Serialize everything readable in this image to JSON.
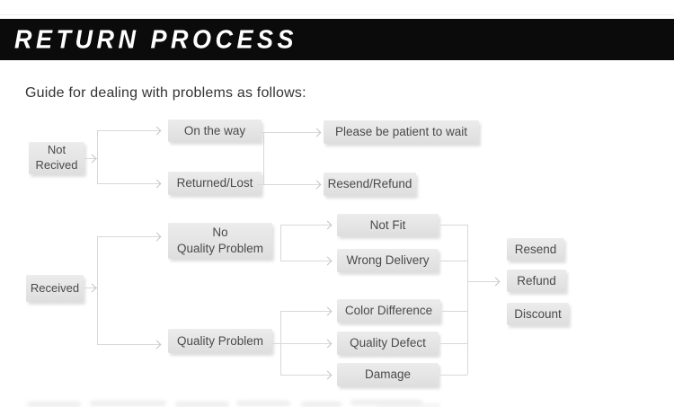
{
  "banner": {
    "title": "RETURN PROCESS",
    "bg_color": "#0b0b0b",
    "text_color": "#ffffff"
  },
  "intro": {
    "text": "Guide for dealing with problems as follows:"
  },
  "colors": {
    "node_bg": "#e7e7e7",
    "node_text": "#4a4a4a",
    "connector_line": "#d8d8d8"
  },
  "flowchart": {
    "nodes": {
      "not_received": {
        "label": "Not\nRecived"
      },
      "on_the_way": {
        "label": "On the way"
      },
      "please_wait": {
        "label": "Please be patient to wait"
      },
      "returned_lost": {
        "label": "Returned/Lost"
      },
      "resend_refund": {
        "label": "Resend/Refund"
      },
      "received": {
        "label": "Received"
      },
      "no_quality_problem": {
        "label": "No\nQuality Problem"
      },
      "quality_problem": {
        "label": "Quality Problem"
      },
      "not_fit": {
        "label": "Not Fit"
      },
      "wrong_delivery": {
        "label": "Wrong Delivery"
      },
      "color_difference": {
        "label": "Color Difference"
      },
      "quality_defect": {
        "label": "Quality Defect"
      },
      "damage": {
        "label": "Damage"
      },
      "resend": {
        "label": "Resend"
      },
      "refund": {
        "label": "Refund"
      },
      "discount": {
        "label": "Discount"
      }
    },
    "edges": [
      {
        "from": "not_received",
        "to": "on_the_way"
      },
      {
        "from": "not_received",
        "to": "returned_lost"
      },
      {
        "from": "on_the_way",
        "to": "please_wait"
      },
      {
        "from": "returned_lost",
        "to": "resend_refund"
      },
      {
        "from": "received",
        "to": "no_quality_problem"
      },
      {
        "from": "received",
        "to": "quality_problem"
      },
      {
        "from": "no_quality_problem",
        "to": "not_fit"
      },
      {
        "from": "no_quality_problem",
        "to": "wrong_delivery"
      },
      {
        "from": "quality_problem",
        "to": "color_difference"
      },
      {
        "from": "quality_problem",
        "to": "quality_defect"
      },
      {
        "from": "quality_problem",
        "to": "damage"
      },
      {
        "from": "not_fit",
        "to": "outcomes"
      },
      {
        "from": "wrong_delivery",
        "to": "outcomes"
      },
      {
        "from": "color_difference",
        "to": "outcomes"
      },
      {
        "from": "quality_defect",
        "to": "outcomes"
      },
      {
        "from": "damage",
        "to": "outcomes"
      }
    ],
    "outcomes": [
      "Resend",
      "Refund",
      "Discount"
    ]
  }
}
